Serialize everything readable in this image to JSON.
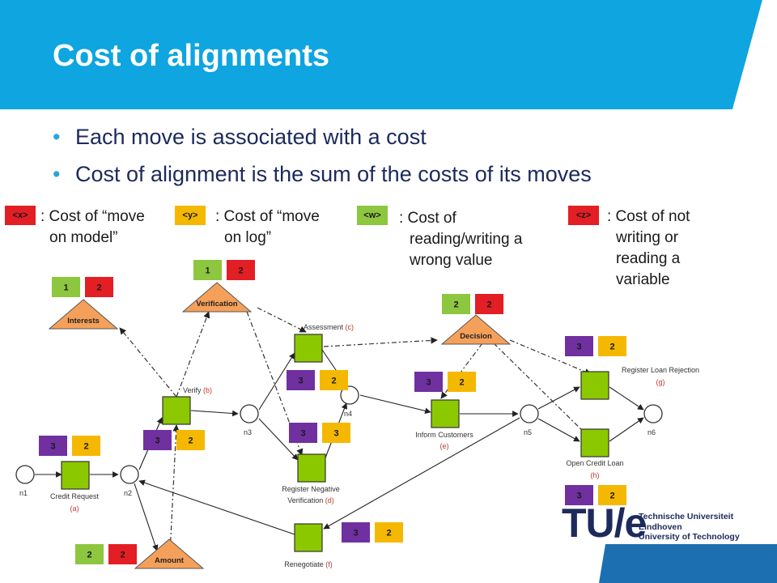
{
  "slide": {
    "title": "Cost of alignments",
    "bullets": [
      "Each move is associated with a cost",
      "Cost of alignment is the sum of the costs of its moves"
    ]
  },
  "legend": [
    {
      "tag": "<x>",
      "color": "#e31e24",
      "lines": [
        ": Cost of “move",
        "on model”"
      ]
    },
    {
      "tag": "<y>",
      "color": "#f5b800",
      "lines": [
        ": Cost of “move",
        "on log”"
      ]
    },
    {
      "tag": "<w>",
      "color": "#8dc63f",
      "lines": [
        ": Cost of",
        "reading/writing a",
        "wrong value"
      ]
    },
    {
      "tag": "<z>",
      "color": "#e31e24",
      "lines": [
        ": Cost of not",
        "writing or",
        "reading a",
        "variable"
      ]
    }
  ],
  "colors": {
    "header": "#0ea5e0",
    "header_dark": "#1c6fb0",
    "transition": "#8cc800",
    "variable": "#f5a05a",
    "cost_purple": "#7030a0",
    "cost_yellow": "#f5b800",
    "cost_green": "#8dc63f",
    "cost_red": "#e31e24",
    "navy": "#1c2a5c"
  },
  "places": [
    {
      "id": "n1",
      "label": "n1"
    },
    {
      "id": "n2",
      "label": "n2"
    },
    {
      "id": "n3",
      "label": "n3"
    },
    {
      "id": "n4",
      "label": "n4"
    },
    {
      "id": "n5",
      "label": "n5"
    },
    {
      "id": "n6",
      "label": "n6"
    }
  ],
  "transitions": [
    {
      "id": "a",
      "label": "Credit Request",
      "letter": "(a)"
    },
    {
      "id": "b",
      "label": "Verify",
      "letter": "(b)"
    },
    {
      "id": "c",
      "label": "Assessment",
      "letter": "(c)"
    },
    {
      "id": "d",
      "label": "Register Negative Verification",
      "letter": "(d)"
    },
    {
      "id": "e",
      "label": "Inform Customers",
      "letter": "(e)"
    },
    {
      "id": "f",
      "label": "Renegotiate",
      "letter": "(f)"
    },
    {
      "id": "g",
      "label": "Register Loan Rejection",
      "letter": "(g)"
    },
    {
      "id": "h",
      "label": "Open Credit Loan",
      "letter": "(h)"
    }
  ],
  "variables": [
    {
      "id": "interests",
      "label": "Interests"
    },
    {
      "id": "verification",
      "label": "Verification"
    },
    {
      "id": "decision",
      "label": "Decision"
    },
    {
      "id": "amount",
      "label": "Amount"
    }
  ],
  "cost_pairs": [
    {
      "id": "interests",
      "left": "1",
      "right": "2",
      "left_kind": "cost_green",
      "right_kind": "cost_red"
    },
    {
      "id": "verification",
      "left": "1",
      "right": "2",
      "left_kind": "cost_green",
      "right_kind": "cost_red"
    },
    {
      "id": "decision",
      "left": "2",
      "right": "2",
      "left_kind": "cost_green",
      "right_kind": "cost_red"
    },
    {
      "id": "amount",
      "left": "2",
      "right": "2",
      "left_kind": "cost_green",
      "right_kind": "cost_red"
    },
    {
      "id": "a",
      "left": "3",
      "right": "2",
      "left_kind": "cost_purple",
      "right_kind": "cost_yellow"
    },
    {
      "id": "b",
      "left": "3",
      "right": "2",
      "left_kind": "cost_purple",
      "right_kind": "cost_yellow"
    },
    {
      "id": "c",
      "left": "3",
      "right": "2",
      "left_kind": "cost_purple",
      "right_kind": "cost_yellow"
    },
    {
      "id": "d",
      "left": "3",
      "right": "3",
      "left_kind": "cost_purple",
      "right_kind": "cost_yellow"
    },
    {
      "id": "e",
      "left": "3",
      "right": "2",
      "left_kind": "cost_purple",
      "right_kind": "cost_yellow"
    },
    {
      "id": "f",
      "left": "3",
      "right": "2",
      "left_kind": "cost_purple",
      "right_kind": "cost_yellow"
    },
    {
      "id": "g",
      "left": "3",
      "right": "2",
      "left_kind": "cost_purple",
      "right_kind": "cost_yellow"
    },
    {
      "id": "h",
      "left": "3",
      "right": "2",
      "left_kind": "cost_purple",
      "right_kind": "cost_yellow"
    }
  ],
  "logo": {
    "mark": "TU/e",
    "lines": [
      "Technische Universiteit",
      "Eindhoven",
      "University of Technology"
    ]
  }
}
